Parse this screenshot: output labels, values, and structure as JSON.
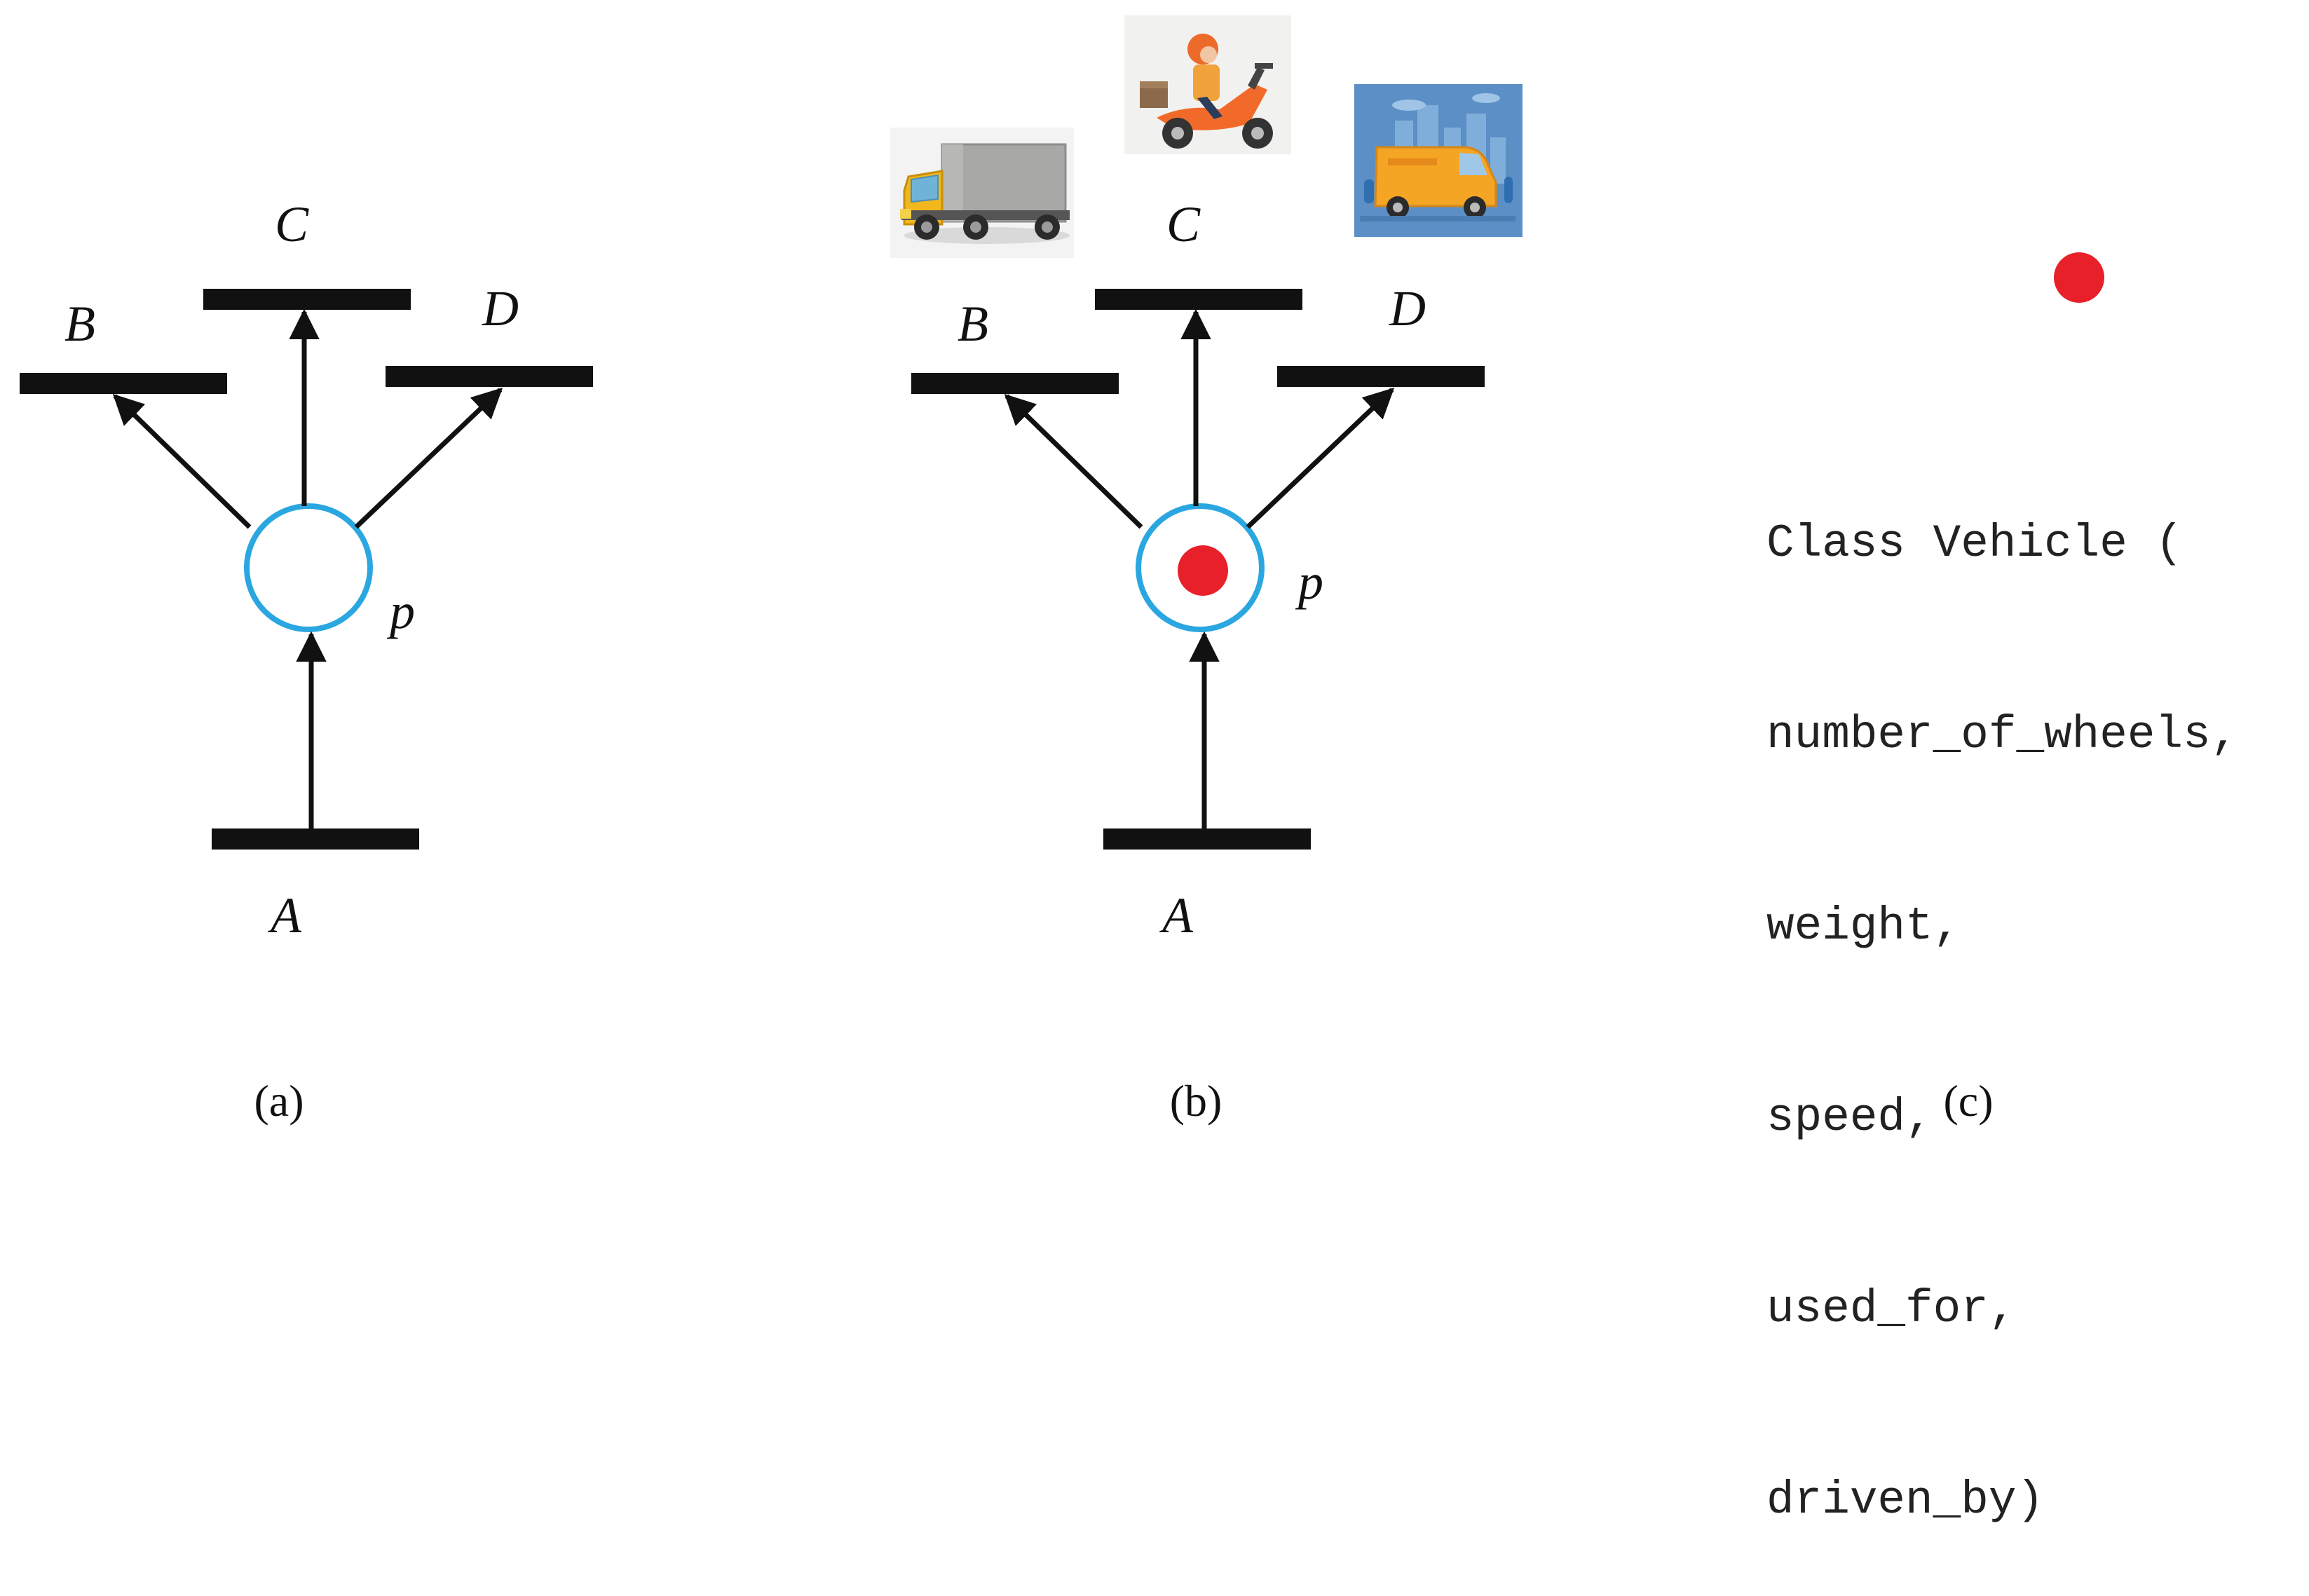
{
  "colors": {
    "ink": "#111111",
    "place_stroke": "#2aa7e0",
    "token": "#e8202a",
    "panel_bg": "#ffffff"
  },
  "panel_a": {
    "caption": "(a)",
    "labels": {
      "A": "A",
      "B": "B",
      "C": "C",
      "D": "D",
      "p": "p"
    },
    "place_has_token": false
  },
  "panel_b": {
    "caption": "(b)",
    "labels": {
      "A": "A",
      "B": "B",
      "C": "C",
      "D": "D",
      "p": "p"
    },
    "place_has_token": true,
    "images": {
      "B": "truck-icon",
      "C": "delivery-scooter-icon",
      "D": "delivery-van-icon"
    }
  },
  "panel_c": {
    "caption": "(c)",
    "code_lines": [
      "Class Vehicle (",
      "number_of_wheels,",
      "weight,",
      "speed,",
      "used_for,",
      "driven_by)"
    ]
  }
}
